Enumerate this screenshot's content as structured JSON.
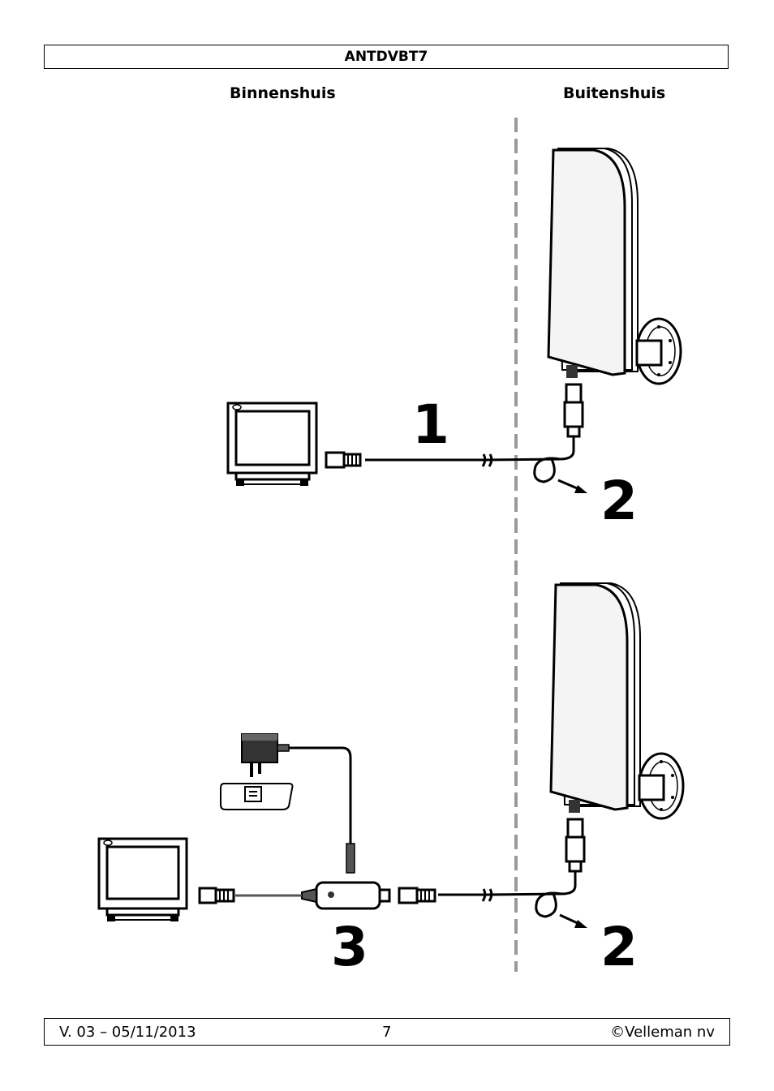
{
  "header": {
    "title": "ANTDVBT7"
  },
  "columns": {
    "indoor": "Binnenshuis",
    "outdoor": "Buitenshuis"
  },
  "steps": {
    "top_cable": "1",
    "top_coil": "2",
    "bottom_amplifier": "3",
    "bottom_coil": "2"
  },
  "footer": {
    "version": "V. 03 – 05/11/2013",
    "page": "7",
    "copyright": "©Velleman nv"
  }
}
